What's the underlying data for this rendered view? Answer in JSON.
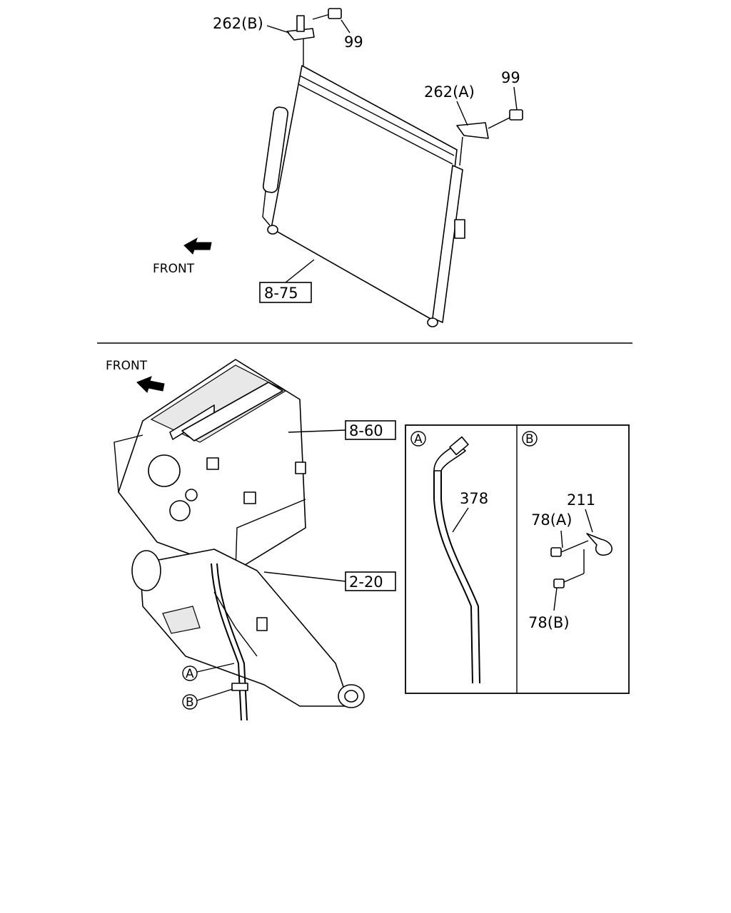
{
  "top": {
    "callouts": {
      "bracket_b": "262(B)",
      "bolt_b": "99",
      "bracket_a": "262(A)",
      "bolt_a": "99"
    },
    "front_label": "FRONT",
    "ref_box": "8-75"
  },
  "bottom": {
    "front_label": "FRONT",
    "ref_box_heater": "8-60",
    "ref_box_trans": "2-20",
    "marker_a": "A",
    "marker_b": "B"
  },
  "detail_a": {
    "marker": "A",
    "hose": "378"
  },
  "detail_b": {
    "marker": "B",
    "clip": "211",
    "bolt_a": "78(A)",
    "bolt_b": "78(B)"
  }
}
